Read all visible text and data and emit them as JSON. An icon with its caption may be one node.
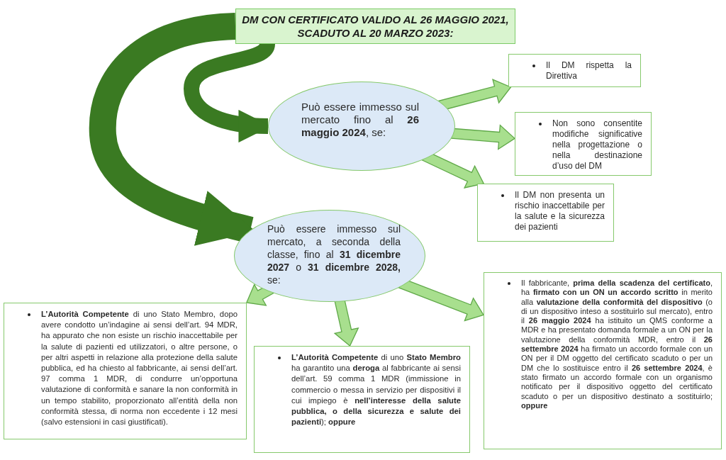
{
  "diagram": {
    "nodes": [
      {
        "text": [
          "DM CON CERTIFICATO VALIDO AL 26 MAGGIO 2021, SCADUTO AL 20 MARZO 2023:"
        ]
      },
      {
        "text": [
          "Può essere immesso sul mercato fino al **26 maggio 2024**, se:"
        ]
      },
      {
        "text": [
          "Il DM rispetta la Direttiva"
        ]
      },
      {
        "text": [
          "Non sono consentite modifiche significative nella progettazione o nella destinazione d’uso del DM"
        ]
      },
      {
        "text": [
          "Il DM non presenta un rischio inaccettabile per la salute e la sicurezza dei pazienti"
        ]
      },
      {
        "text": [
          "Può essere immesso sul mercato, a seconda della classe, fino al **31 dicembre 2027** o **31 dicembre 2028,** se:"
        ]
      },
      {
        "text": [
          "**L’Autorità Competente** di uno Stato Membro, dopo avere condotto un’indagine ai sensi dell’art. 94 MDR, ha appurato che non esiste un rischio inaccettabile per la salute di pazienti ed utilizzatori, o altre persone, o per altri aspetti in relazione alla protezione della salute pubblica, ed ha chiesto al fabbricante, ai sensi dell’art. 97 comma 1 MDR, di condurre un’opportuna valutazione di conformità e sanare la non conformità in un tempo stabilito, proporzionato all’entità della non conformità stessa, di norma non eccedente i 12 mesi (salvo estensioni in casi giustificati)."
        ]
      },
      {
        "text": [
          "**L’Autorità Competente** di uno **Stato Membro** ha garantito una **deroga** al fabbricante ai sensi dell’art. 59 comma 1 MDR (immissione in commercio o messa in servizio per dispositivi il cui impiego è **nell’interesse della salute pubblica, o della sicurezza e salute dei pazienti**); **oppure**"
        ]
      },
      {
        "text": [
          "Il fabbricante, **prima della scadenza del certificato**, ha **firmato con un ON un accordo scritto** in merito alla **valutazione della conformità del dispositivo** (o di un dispositivo inteso a sostituirlo sul mercato), entro il **26 maggio 2024** ha istituito un QMS conforme a MDR e ha presentato domanda formale a un ON per la valutazione della conformità MDR, entro il **26 settembre 2024** ha firmato un accordo formale con un ON per il DM oggetto del certificato scaduto o per un DM che lo sostituisce entro il **26 settembre 2024**, è stato firmato un accordo formale con un organismo notificato per il dispositivo oggetto del certificato scaduto o per un dispositivo destinato a sostituirlo; **oppure**"
        ]
      }
    ],
    "edges": [
      {
        "from": 0,
        "to": 1,
        "arrow": "to",
        "color": "#3a7a22"
      },
      {
        "from": 0,
        "to": 5,
        "arrow": "to",
        "color": "#3a7a22"
      },
      {
        "from": 1,
        "to": 2,
        "arrow": "to"
      },
      {
        "from": 1,
        "to": 3,
        "arrow": "to"
      },
      {
        "from": 1,
        "to": 4,
        "arrow": "to"
      },
      {
        "from": 5,
        "to": 6,
        "arrow": "to"
      },
      {
        "from": 5,
        "to": 7,
        "arrow": "to"
      },
      {
        "from": 5,
        "to": 8,
        "arrow": "to"
      }
    ]
  }
}
